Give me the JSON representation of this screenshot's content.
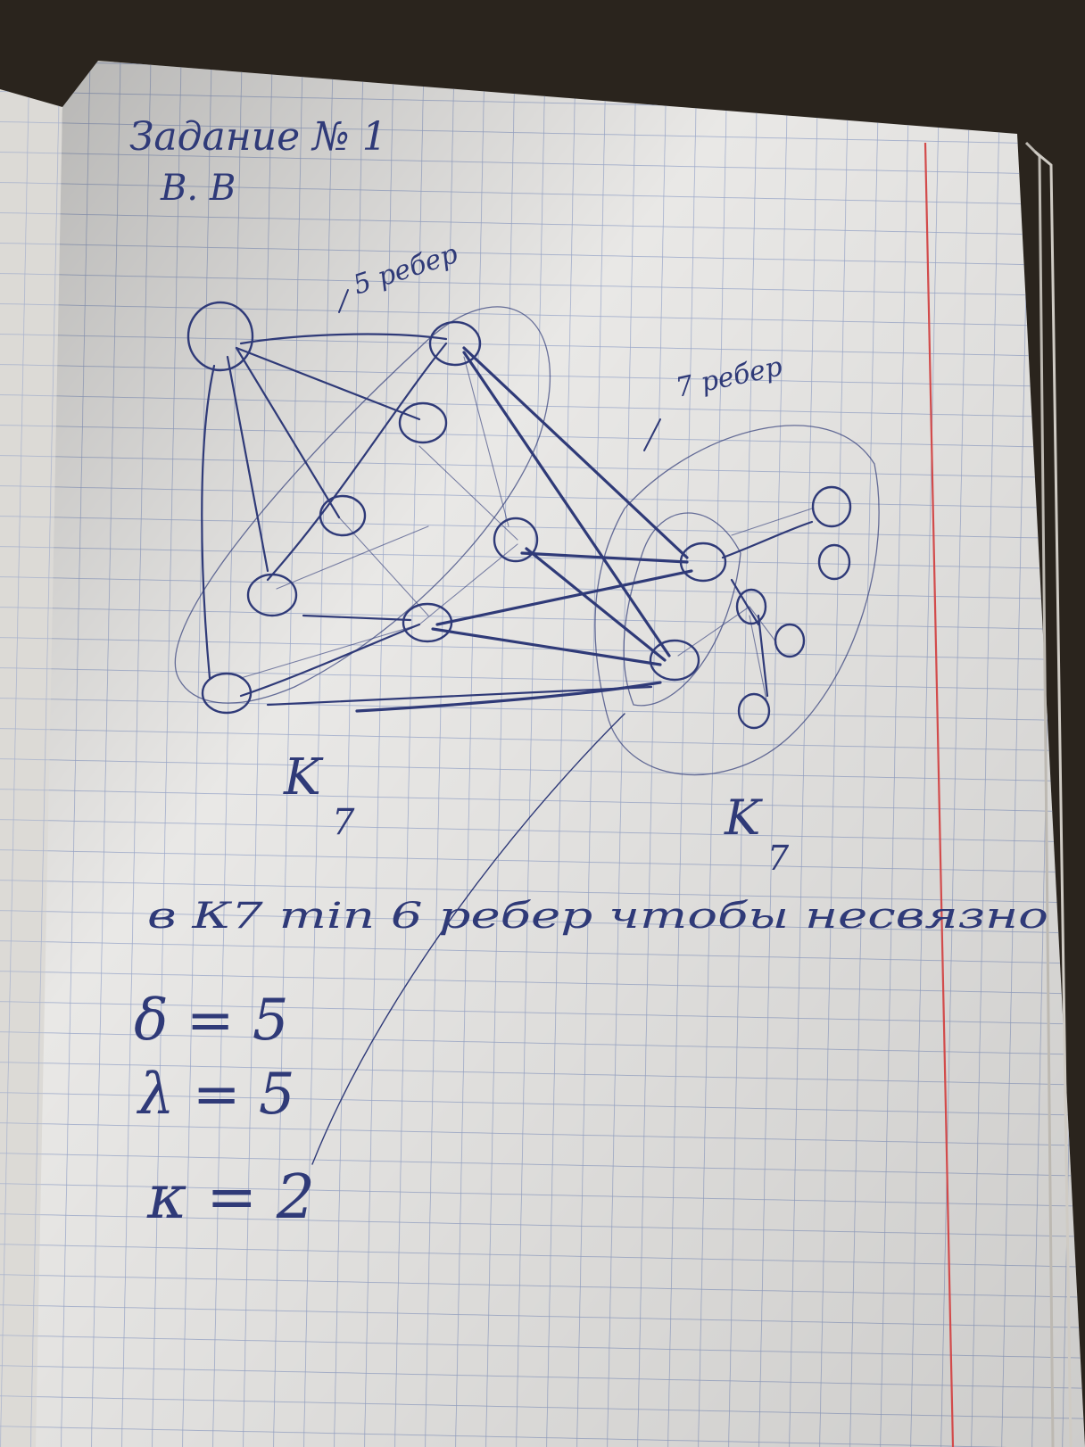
{
  "page": {
    "title": "Задание № 1",
    "variant": "В. В",
    "paper_color": "#e9e8e6",
    "grid_color": "#9aa7c9",
    "margin_line_color": "#d24b4b",
    "ink_color": "#2f3a78"
  },
  "graph": {
    "left_edges_label": "5 ребер",
    "right_edges_label": "7 ребер",
    "left_component_label": "K",
    "left_component_sub": "7",
    "right_component_label": "K",
    "right_component_sub": "7"
  },
  "notes": {
    "statement": "в К7 min 6 ребер чтобы несвязно",
    "delta": "δ = 5",
    "lambda": "λ = 5",
    "kappa": "κ = 2"
  }
}
